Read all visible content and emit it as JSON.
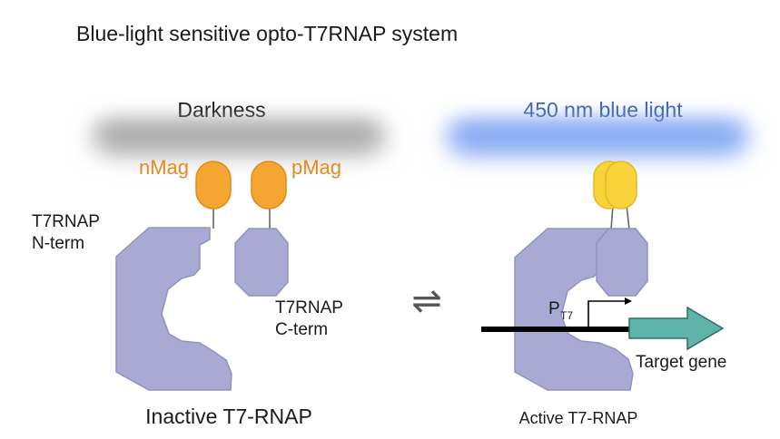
{
  "title": "Blue-light sensitive opto-T7RNAP system",
  "left_panel": {
    "condition": "Darkness",
    "nmag_label": "nMag",
    "pmag_label": "pMag",
    "nterm_line1": "T7RNAP",
    "nterm_line2": "N-term",
    "cterm_line1": "T7RNAP",
    "cterm_line2": "C-term",
    "state_label": "Inactive T7-RNAP"
  },
  "right_panel": {
    "condition": "450 nm blue light",
    "promoter_label": "P",
    "promoter_subscript": "T7",
    "gene_label": "Target gene",
    "state_label": "Active T7-RNAP"
  },
  "equilibrium_symbol": "⇌",
  "colors": {
    "protein_fill": "#a9aad3",
    "protein_stroke": "#9192bf",
    "mag_fill": "#f4a532",
    "mag_stroke": "#e08c1a",
    "mag_text": "#e8891c",
    "active_mag_fill": "#f8d33a",
    "active_mag_stroke": "#e6b820",
    "blue_light_text": "#3e63a8",
    "blue_glow": "#6b96f0",
    "dark_glow": "#9a9a9a",
    "gene_arrow_fill": "#5fb3a9",
    "gene_arrow_stroke": "#2f6f68",
    "dna": "#000000",
    "text": "#1a1a1a"
  }
}
